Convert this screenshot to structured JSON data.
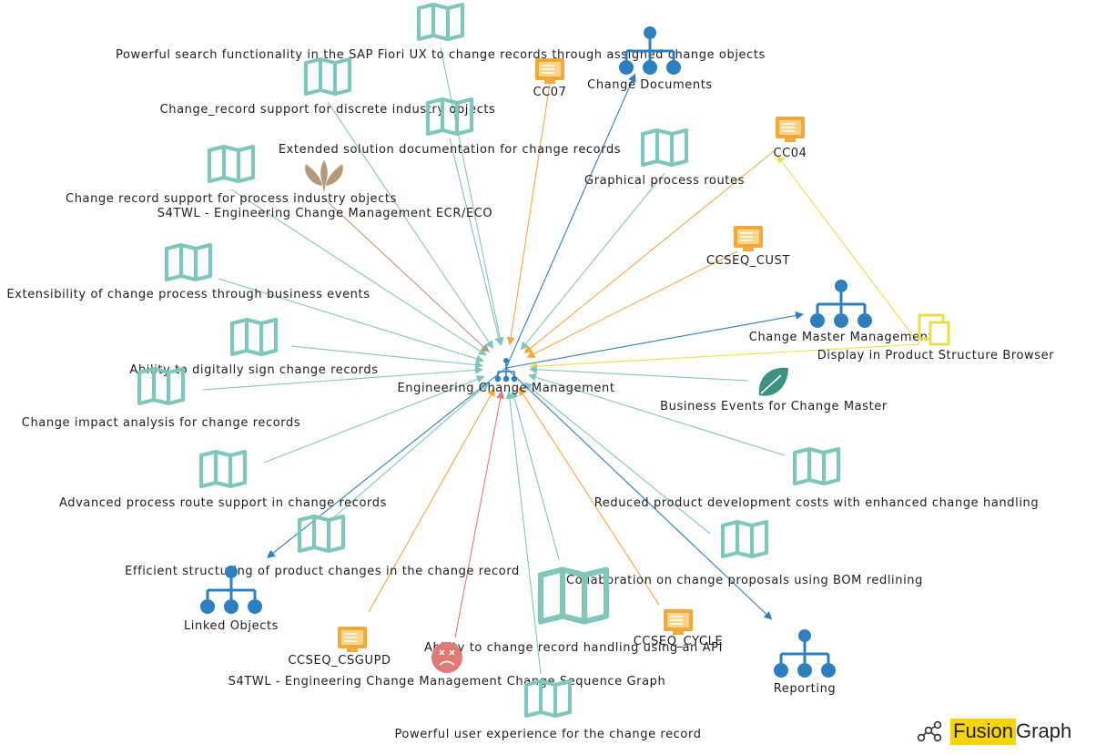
{
  "app": {
    "brand_part1": "Fusion",
    "brand_part2": "Graph"
  },
  "colors": {
    "teal": "#7fc6bd",
    "blue": "#2e7fbf",
    "orange": "#f2a93b",
    "brown": "#b49a7a",
    "yellow": "#e8e04a",
    "red": "#e07a78",
    "leaf": "#3e8f84"
  },
  "center": {
    "id": "ecm",
    "label": "Engineering Change Management",
    "icon": "hierarchy-icon"
  },
  "nodes": [
    {
      "id": "n1",
      "label": "Powerful search functionality in the SAP Fiori UX to change records through assigned change objects",
      "icon": "map-icon",
      "kind": "map"
    },
    {
      "id": "n2",
      "label": "Change_record support for discrete industry objects",
      "icon": "map-icon",
      "kind": "map"
    },
    {
      "id": "n3",
      "label": "Extended solution documentation for change records",
      "icon": "map-icon",
      "kind": "map"
    },
    {
      "id": "n4",
      "label": "Change record support for process industry objects",
      "icon": "map-icon",
      "kind": "map"
    },
    {
      "id": "n5",
      "label": "S4TWL - Engineering Change Management ECR/ECO",
      "icon": "sprout-icon",
      "kind": "sprout"
    },
    {
      "id": "n6",
      "label": "CC07",
      "icon": "transaction-icon",
      "kind": "tx"
    },
    {
      "id": "n7",
      "label": "Change Documents",
      "icon": "hierarchy-icon",
      "kind": "hier"
    },
    {
      "id": "n8",
      "label": "Graphical process routes",
      "icon": "map-icon",
      "kind": "map"
    },
    {
      "id": "n9",
      "label": "CC04",
      "icon": "transaction-icon",
      "kind": "tx"
    },
    {
      "id": "n10",
      "label": "CCSEQ_CUST",
      "icon": "transaction-icon",
      "kind": "tx"
    },
    {
      "id": "n11",
      "label": "Extensibility of change process through business events",
      "icon": "map-icon",
      "kind": "map"
    },
    {
      "id": "n12",
      "label": "Change Master Management",
      "icon": "hierarchy-icon",
      "kind": "hier"
    },
    {
      "id": "n13",
      "label": "Display in Product Structure Browser",
      "icon": "app-window-icon",
      "kind": "app"
    },
    {
      "id": "n14",
      "label": "Ability to digitally sign change records",
      "icon": "map-icon",
      "kind": "map"
    },
    {
      "id": "n15",
      "label": "Business Events for Change Master",
      "icon": "leaf-icon",
      "kind": "leaf"
    },
    {
      "id": "n16",
      "label": "Change impact analysis for change records",
      "icon": "map-icon",
      "kind": "map"
    },
    {
      "id": "n17",
      "label": "Advanced process route support in change records",
      "icon": "map-icon",
      "kind": "map"
    },
    {
      "id": "n18",
      "label": "Reduced product development costs with enhanced change handling",
      "icon": "map-icon",
      "kind": "map"
    },
    {
      "id": "n19",
      "label": "Efficient structuring of product changes in the change record",
      "icon": "map-icon",
      "kind": "map"
    },
    {
      "id": "n20",
      "label": "Collaboration on change proposals using BOM redlining",
      "icon": "map-icon",
      "kind": "map"
    },
    {
      "id": "n21",
      "label": "Linked Objects",
      "icon": "hierarchy-icon",
      "kind": "hier"
    },
    {
      "id": "n22",
      "label": "CCSEQ_CSGUPD",
      "icon": "transaction-icon",
      "kind": "tx"
    },
    {
      "id": "n23",
      "label": "Ability to change record handling using an API",
      "icon": "map-icon",
      "kind": "map"
    },
    {
      "id": "n24",
      "label": "CCSEQ_CYCLE",
      "icon": "transaction-icon",
      "kind": "tx"
    },
    {
      "id": "n25",
      "label": "S4TWL - Engineering Change Management Change Sequence Graph",
      "icon": "sad-face-icon",
      "kind": "sad"
    },
    {
      "id": "n26",
      "label": "Reporting",
      "icon": "hierarchy-icon",
      "kind": "hier"
    },
    {
      "id": "n27",
      "label": "Powerful user experience for the change record",
      "icon": "map-icon",
      "kind": "map"
    }
  ],
  "edges": [
    {
      "from": "n1",
      "to": "ecm",
      "color": "teal"
    },
    {
      "from": "n2",
      "to": "ecm",
      "color": "teal"
    },
    {
      "from": "n3",
      "to": "ecm",
      "color": "teal"
    },
    {
      "from": "n4",
      "to": "ecm",
      "color": "teal"
    },
    {
      "from": "n5",
      "to": "ecm",
      "color": "brown"
    },
    {
      "from": "n6",
      "to": "ecm",
      "color": "orange"
    },
    {
      "from": "ecm",
      "to": "n7",
      "color": "blue"
    },
    {
      "from": "n8",
      "to": "ecm",
      "color": "teal"
    },
    {
      "from": "n9",
      "to": "ecm",
      "color": "orange"
    },
    {
      "from": "n10",
      "to": "ecm",
      "color": "orange"
    },
    {
      "from": "n11",
      "to": "ecm",
      "color": "teal"
    },
    {
      "from": "ecm",
      "to": "n12",
      "color": "blue"
    },
    {
      "from": "n13",
      "to": "ecm",
      "color": "yellow"
    },
    {
      "from": "n13",
      "to": "n9",
      "color": "yellow"
    },
    {
      "from": "n14",
      "to": "ecm",
      "color": "teal"
    },
    {
      "from": "n15",
      "to": "ecm",
      "color": "teal"
    },
    {
      "from": "n16",
      "to": "ecm",
      "color": "teal"
    },
    {
      "from": "n17",
      "to": "ecm",
      "color": "teal"
    },
    {
      "from": "n18",
      "to": "ecm",
      "color": "teal"
    },
    {
      "from": "n19",
      "to": "ecm",
      "color": "teal"
    },
    {
      "from": "n20",
      "to": "ecm",
      "color": "teal"
    },
    {
      "from": "ecm",
      "to": "n21",
      "color": "blue"
    },
    {
      "from": "n22",
      "to": "ecm",
      "color": "orange"
    },
    {
      "from": "n23",
      "to": "ecm",
      "color": "teal"
    },
    {
      "from": "n24",
      "to": "ecm",
      "color": "orange"
    },
    {
      "from": "n25",
      "to": "ecm",
      "color": "red"
    },
    {
      "from": "ecm",
      "to": "n26",
      "color": "blue"
    },
    {
      "from": "n27",
      "to": "ecm",
      "color": "teal"
    }
  ]
}
